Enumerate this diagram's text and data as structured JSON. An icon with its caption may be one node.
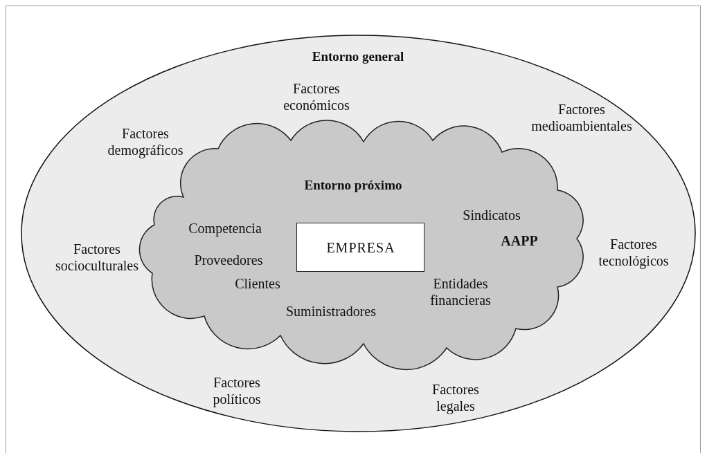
{
  "diagram": {
    "nodes": [
      {
        "text": [
          "Entorno general",
          "Factores económicos",
          "Factores medioambientales",
          "Factores demográficos",
          "Factores socioculturales",
          "Factores tecnológicos",
          "Factores políticos",
          "Factores legales"
        ]
      },
      {
        "text": [
          "Entorno próximo",
          "Competencia",
          "Proveedores",
          "Clientes",
          "Suministradores",
          "Sindicatos",
          "AAPP",
          "Entidades financieras"
        ],
        "in": 0
      },
      {
        "text": [
          "EMPRESA"
        ],
        "in": 1
      }
    ]
  }
}
